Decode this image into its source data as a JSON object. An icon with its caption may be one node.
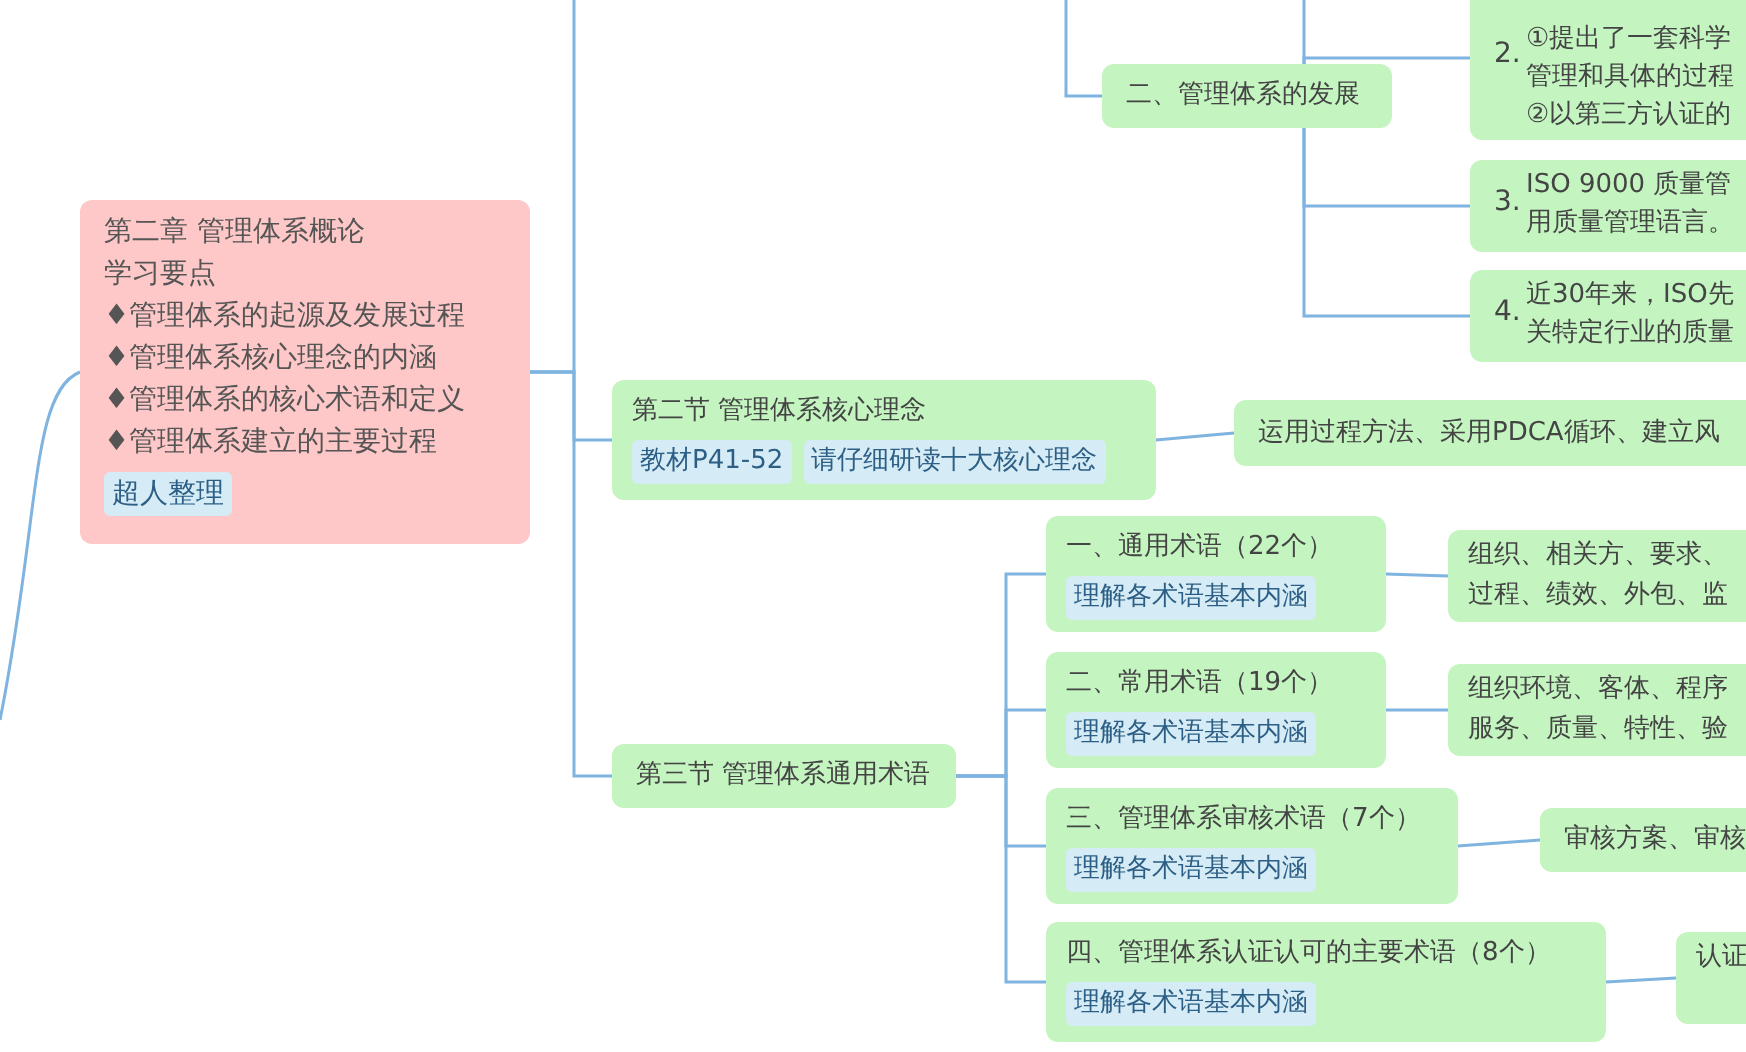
{
  "diagram": {
    "nodes": [
      {
        "text": [
          "第二章 管理体系概论",
          "学习要点",
          "♦管理体系的起源及发展过程",
          "♦管理体系核心理念的内涵",
          "♦管理体系的核心术语和定义",
          "♦管理体系建立的主要过程",
          "超人整理"
        ]
      },
      {
        "text": [
          "二、管理体系的发展"
        ]
      },
      {
        "text": [
          "2.",
          "①提出了一套科学",
          "管理和具体的过程",
          "②以第三方认证的"
        ]
      },
      {
        "text": [
          "3.",
          "ISO 9000 质量管",
          "用质量管理语言。"
        ]
      },
      {
        "text": [
          "4.",
          "近30年来，ISO先",
          "关特定行业的质量"
        ]
      },
      {
        "text": [
          "第二节 管理体系核心理念",
          "教材P41-52",
          "请仔细研读十大核心理念"
        ]
      },
      {
        "text": [
          "运用过程方法、采用PDCA循环、建立风"
        ]
      },
      {
        "text": [
          "第三节 管理体系通用术语"
        ]
      },
      {
        "text": [
          "一、通用术语（22个）",
          "理解各术语基本内涵"
        ]
      },
      {
        "text": [
          "组织、相关方、要求、",
          "过程、绩效、外包、监"
        ]
      },
      {
        "text": [
          "二、常用术语（19个）",
          "理解各术语基本内涵"
        ]
      },
      {
        "text": [
          "组织环境、客体、程序",
          "服务、质量、特性、验"
        ]
      },
      {
        "text": [
          "三、管理体系审核术语（7个）",
          "理解各术语基本内涵"
        ]
      },
      {
        "text": [
          "审核方案、审核"
        ]
      },
      {
        "text": [
          "四、管理体系认证认可的主要术语（8个）",
          "理解各术语基本内涵"
        ]
      },
      {
        "text": [
          "认证"
        ]
      }
    ],
    "edges": [
      {
        "from": null,
        "to": 0,
        "arrow": "none"
      },
      {
        "from": 0,
        "to": null,
        "arrow": "none"
      },
      {
        "from": 0,
        "to": 5,
        "arrow": "none"
      },
      {
        "from": 0,
        "to": 7,
        "arrow": "none"
      },
      {
        "from": null,
        "to": 1,
        "arrow": "none"
      },
      {
        "from": 1,
        "to": null,
        "arrow": "none"
      },
      {
        "from": 1,
        "to": 2,
        "arrow": "none"
      },
      {
        "from": 1,
        "to": 3,
        "arrow": "none"
      },
      {
        "from": 1,
        "to": 4,
        "arrow": "none"
      },
      {
        "from": 5,
        "to": 6,
        "arrow": "none"
      },
      {
        "from": 7,
        "to": 8,
        "arrow": "none"
      },
      {
        "from": 7,
        "to": 10,
        "arrow": "none"
      },
      {
        "from": 7,
        "to": 12,
        "arrow": "none"
      },
      {
        "from": 7,
        "to": 14,
        "arrow": "none"
      },
      {
        "from": 8,
        "to": 9,
        "arrow": "none"
      },
      {
        "from": 10,
        "to": 11,
        "arrow": "none"
      },
      {
        "from": 12,
        "to": 13,
        "arrow": "none"
      },
      {
        "from": 14,
        "to": 15,
        "arrow": "none"
      }
    ]
  }
}
